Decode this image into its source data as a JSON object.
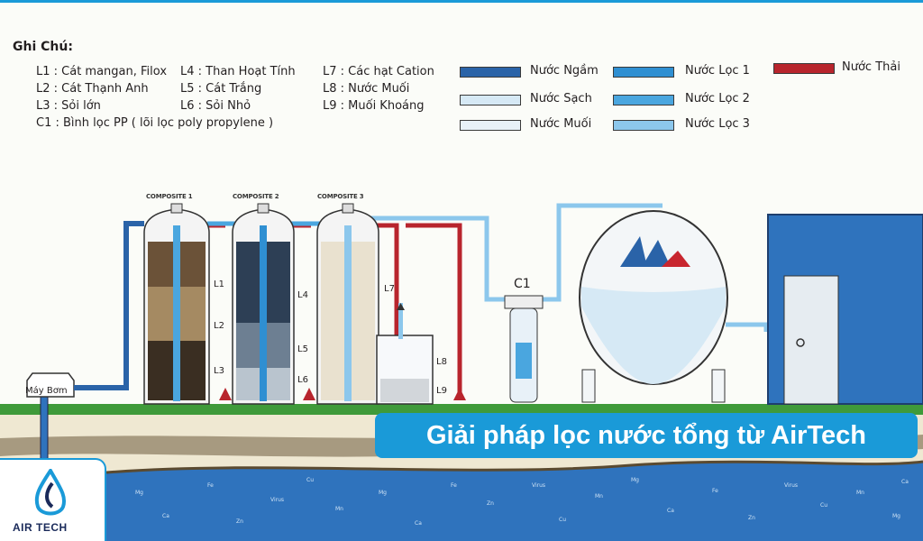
{
  "legend": {
    "title": "Ghi Chú:",
    "col1": [
      "L1 : Cát mangan, Filox",
      "L2 : Cát Thạnh Anh",
      "L3 : Sỏi lớn",
      "C1 : Bình lọc PP ( lõi lọc poly propylene )"
    ],
    "col2": [
      "L4 : Than Hoạt Tính",
      "L5 : Cát Trắng",
      "L6 : Sỏi Nhỏ"
    ],
    "col3": [
      "L7 : Các hạt Cation",
      "L8 : Nước Muối",
      "L9 : Muối Khoáng"
    ]
  },
  "water_legend": [
    {
      "label": "Nước Ngầm",
      "color": "#2a63a8"
    },
    {
      "label": "Nước Sạch",
      "color": "#d6e9f5"
    },
    {
      "label": "Nước Muối",
      "color": "#e8f1f8"
    },
    {
      "label": "Nước Lọc 1",
      "color": "#2f8fd2"
    },
    {
      "label": "Nước Lọc 2",
      "color": "#4aa6df"
    },
    {
      "label": "Nước Lọc 3",
      "color": "#8cc7ec"
    },
    {
      "label": "Nước Thải",
      "color": "#b8252d"
    }
  ],
  "tanks": {
    "composite1": "COMPOSITE 1",
    "composite2": "COMPOSITE 2",
    "composite3": "COMPOSITE 3",
    "layer_labels": {
      "l1": "L1",
      "l2": "L2",
      "l3": "L3",
      "l4": "L4",
      "l5": "L5",
      "l6": "L6",
      "l7": "L7",
      "l8": "L8",
      "l9": "L9"
    }
  },
  "c1_label": "C1",
  "pump_label": "Máy Bơm",
  "banner": "Giải pháp lọc nước tổng từ AirTech",
  "logo_text": "AIR TECH",
  "minerals": [
    "Mg",
    "Ca",
    "Fe",
    "Zn",
    "Virus",
    "Cu",
    "Mn"
  ]
}
